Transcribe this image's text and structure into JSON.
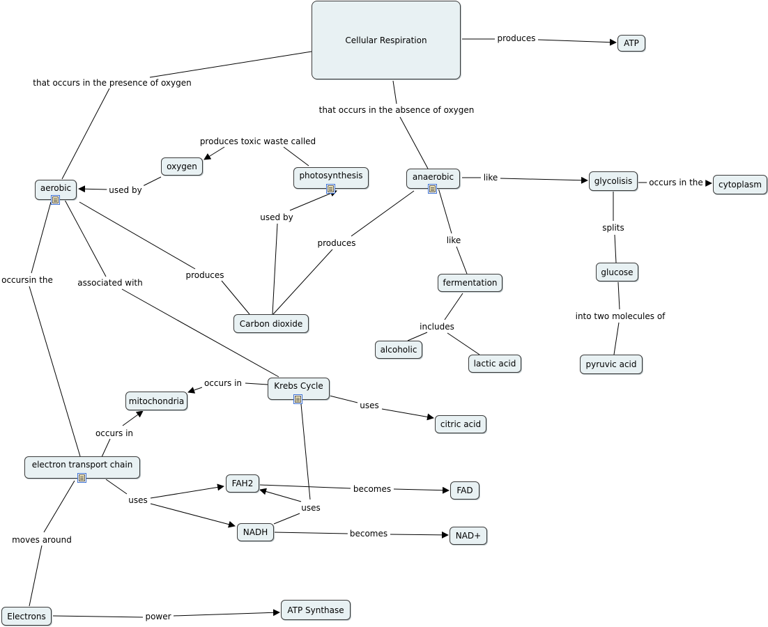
{
  "nodes": {
    "cellular_respiration": "Cellular Respiration",
    "atp": "ATP",
    "aerobic": "aerobic",
    "oxygen": "oxygen",
    "photosynthesis": "photosynthesis",
    "anaerobic": "anaerobic",
    "glycolisis": "glycolisis",
    "cytoplasm": "cytoplasm",
    "glucose": "glucose",
    "pyruvic_acid": "pyruvic acid",
    "fermentation": "fermentation",
    "alcoholic": "alcoholic",
    "lactic_acid": "lactic acid",
    "carbon_dioxide": "Carbon dioxide",
    "krebs_cycle": "Krebs Cycle",
    "mitochondria": "mitochondria",
    "citric_acid": "citric acid",
    "electron_transport_chain": "electron transport chain",
    "fah2": "FAH2",
    "fad": "FAD",
    "nadh": "NADH",
    "nad_plus": "NAD+",
    "electrons": "Electrons",
    "atp_synthase": "ATP Synthase"
  },
  "links": {
    "produces_atp": "produces",
    "presence_oxygen": "that occurs in the presence of oxygen",
    "absence_oxygen": "that occurs in the absence of oxygen",
    "toxic_waste": "produces toxic waste called",
    "used_by_oxygen": "used by",
    "used_by_co2": "used by",
    "like_glycolisis": "like",
    "occurs_in_the": "occurs in the",
    "splits": "splits",
    "into_two": "into two molecules of",
    "like_fermentation": "like",
    "produces_anaerobic": "produces",
    "produces_aerobic": "produces",
    "includes": "includes",
    "associated_with": "associated with",
    "occursin_the": "occursin the",
    "occurs_in_krebs": "occurs in",
    "uses_krebs": "uses",
    "occurs_in_etc": "occurs in",
    "uses_etc": "uses",
    "uses_krebs_down": "uses",
    "becomes_fad": "becomes",
    "becomes_nad": "becomes",
    "moves_around": "moves around",
    "power": "power"
  },
  "colors": {
    "node_fill": "#e8f1f3",
    "node_border": "#3a3a3a",
    "line": "#000000",
    "doc_icon_border": "#3b6fd1"
  }
}
